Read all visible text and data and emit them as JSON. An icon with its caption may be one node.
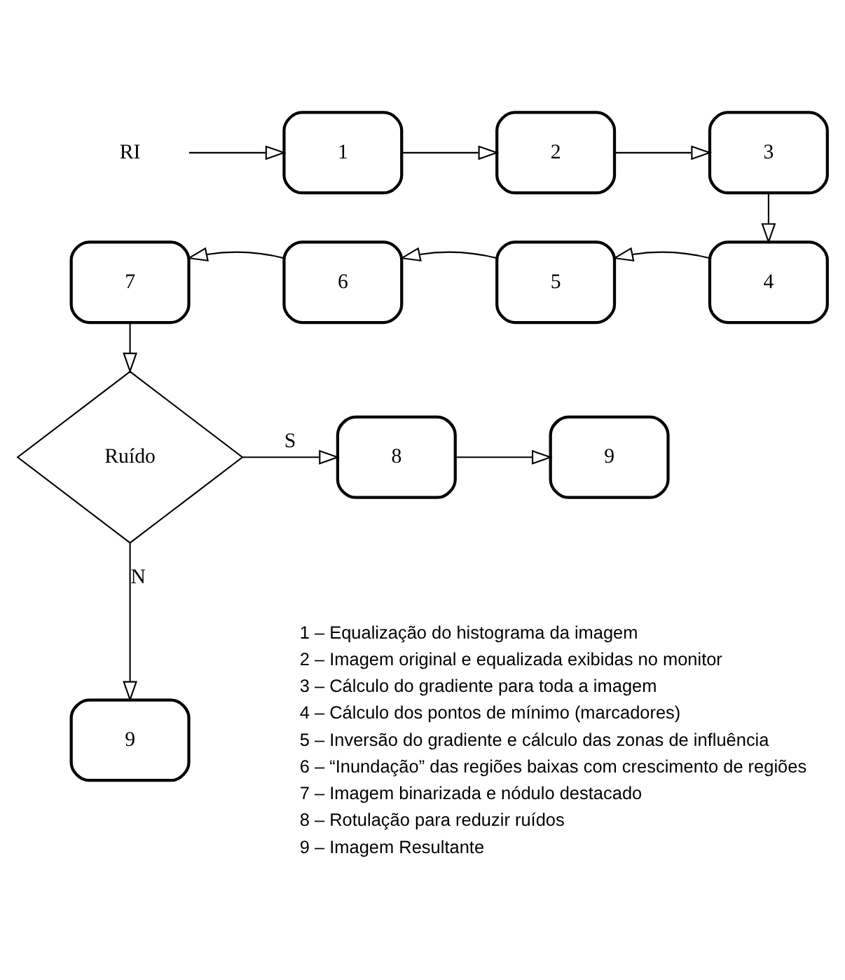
{
  "diagram": {
    "nodes": [
      {
        "text": [
          "RI"
        ]
      },
      {
        "text": [
          "1"
        ]
      },
      {
        "text": [
          "2"
        ]
      },
      {
        "text": [
          "3"
        ]
      },
      {
        "text": [
          "7"
        ]
      },
      {
        "text": [
          "6"
        ]
      },
      {
        "text": [
          "5"
        ]
      },
      {
        "text": [
          "4"
        ]
      },
      {
        "text": [
          "Ruído"
        ]
      },
      {
        "text": [
          "8"
        ]
      },
      {
        "text": [
          "9"
        ]
      },
      {
        "text": [
          "9"
        ]
      }
    ],
    "edges": [
      {
        "from": 0,
        "to": 1,
        "arrow": "to"
      },
      {
        "from": 1,
        "to": 2,
        "arrow": "to"
      },
      {
        "from": 2,
        "to": 3,
        "arrow": "to"
      },
      {
        "from": 3,
        "to": 7,
        "arrow": "to"
      },
      {
        "from": 7,
        "to": 6,
        "arrow": "to"
      },
      {
        "from": 6,
        "to": 5,
        "arrow": "to"
      },
      {
        "from": 5,
        "to": 4,
        "arrow": "to"
      },
      {
        "from": 4,
        "to": 8,
        "arrow": "to"
      },
      {
        "from": 8,
        "to": 9,
        "arrow": "to",
        "label": "S"
      },
      {
        "from": 9,
        "to": 10,
        "arrow": "to"
      },
      {
        "from": 8,
        "to": 11,
        "arrow": "to",
        "label": "N"
      }
    ],
    "labels": [
      "1 – Equalização do histograma da imagem",
      "2 – Imagem original e equalizada exibidas no monitor",
      "3 – Cálculo do gradiente para toda a imagem",
      "4 – Cálculo dos pontos de mínimo (marcadores)",
      "5 – Inversão do gradiente e cálculo das zonas de influência",
      "6 – “Inundação” das regiões baixas com crescimento de regiões",
      "7 – Imagem binarizada e nódulo destacado",
      "8 – Rotulação para reduzir ruídos",
      "9 – Imagem Resultante"
    ]
  }
}
